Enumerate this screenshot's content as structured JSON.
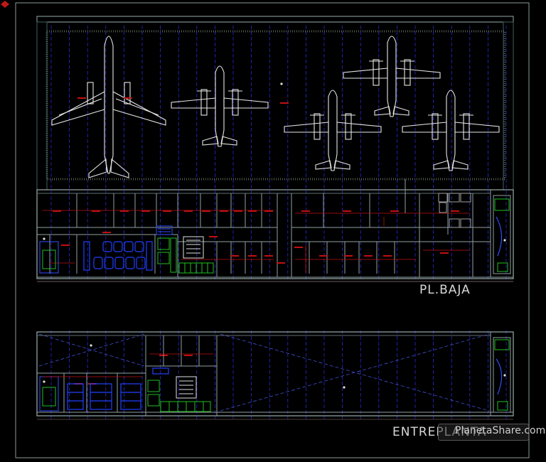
{
  "labels": {
    "ground_floor": "PL.BAJA",
    "mezzanine": "ENTREPLANTA"
  },
  "watermark": {
    "text": "PlanetaShare.com"
  },
  "colors": {
    "background": "#000000",
    "outline": "#b8c8c8",
    "grid": "#3a3aff",
    "wall": "#9aa0a8",
    "red": "#d01818",
    "green": "#20c020",
    "blue": "#2040ff",
    "cyan": "#40d0d0",
    "magenta": "#b030b0",
    "white": "#e8e8e8"
  },
  "aircraft": [
    {
      "type": "jet"
    },
    {
      "type": "turboprop"
    },
    {
      "type": "turboprop"
    },
    {
      "type": "turboprop"
    },
    {
      "type": "turboprop"
    }
  ]
}
